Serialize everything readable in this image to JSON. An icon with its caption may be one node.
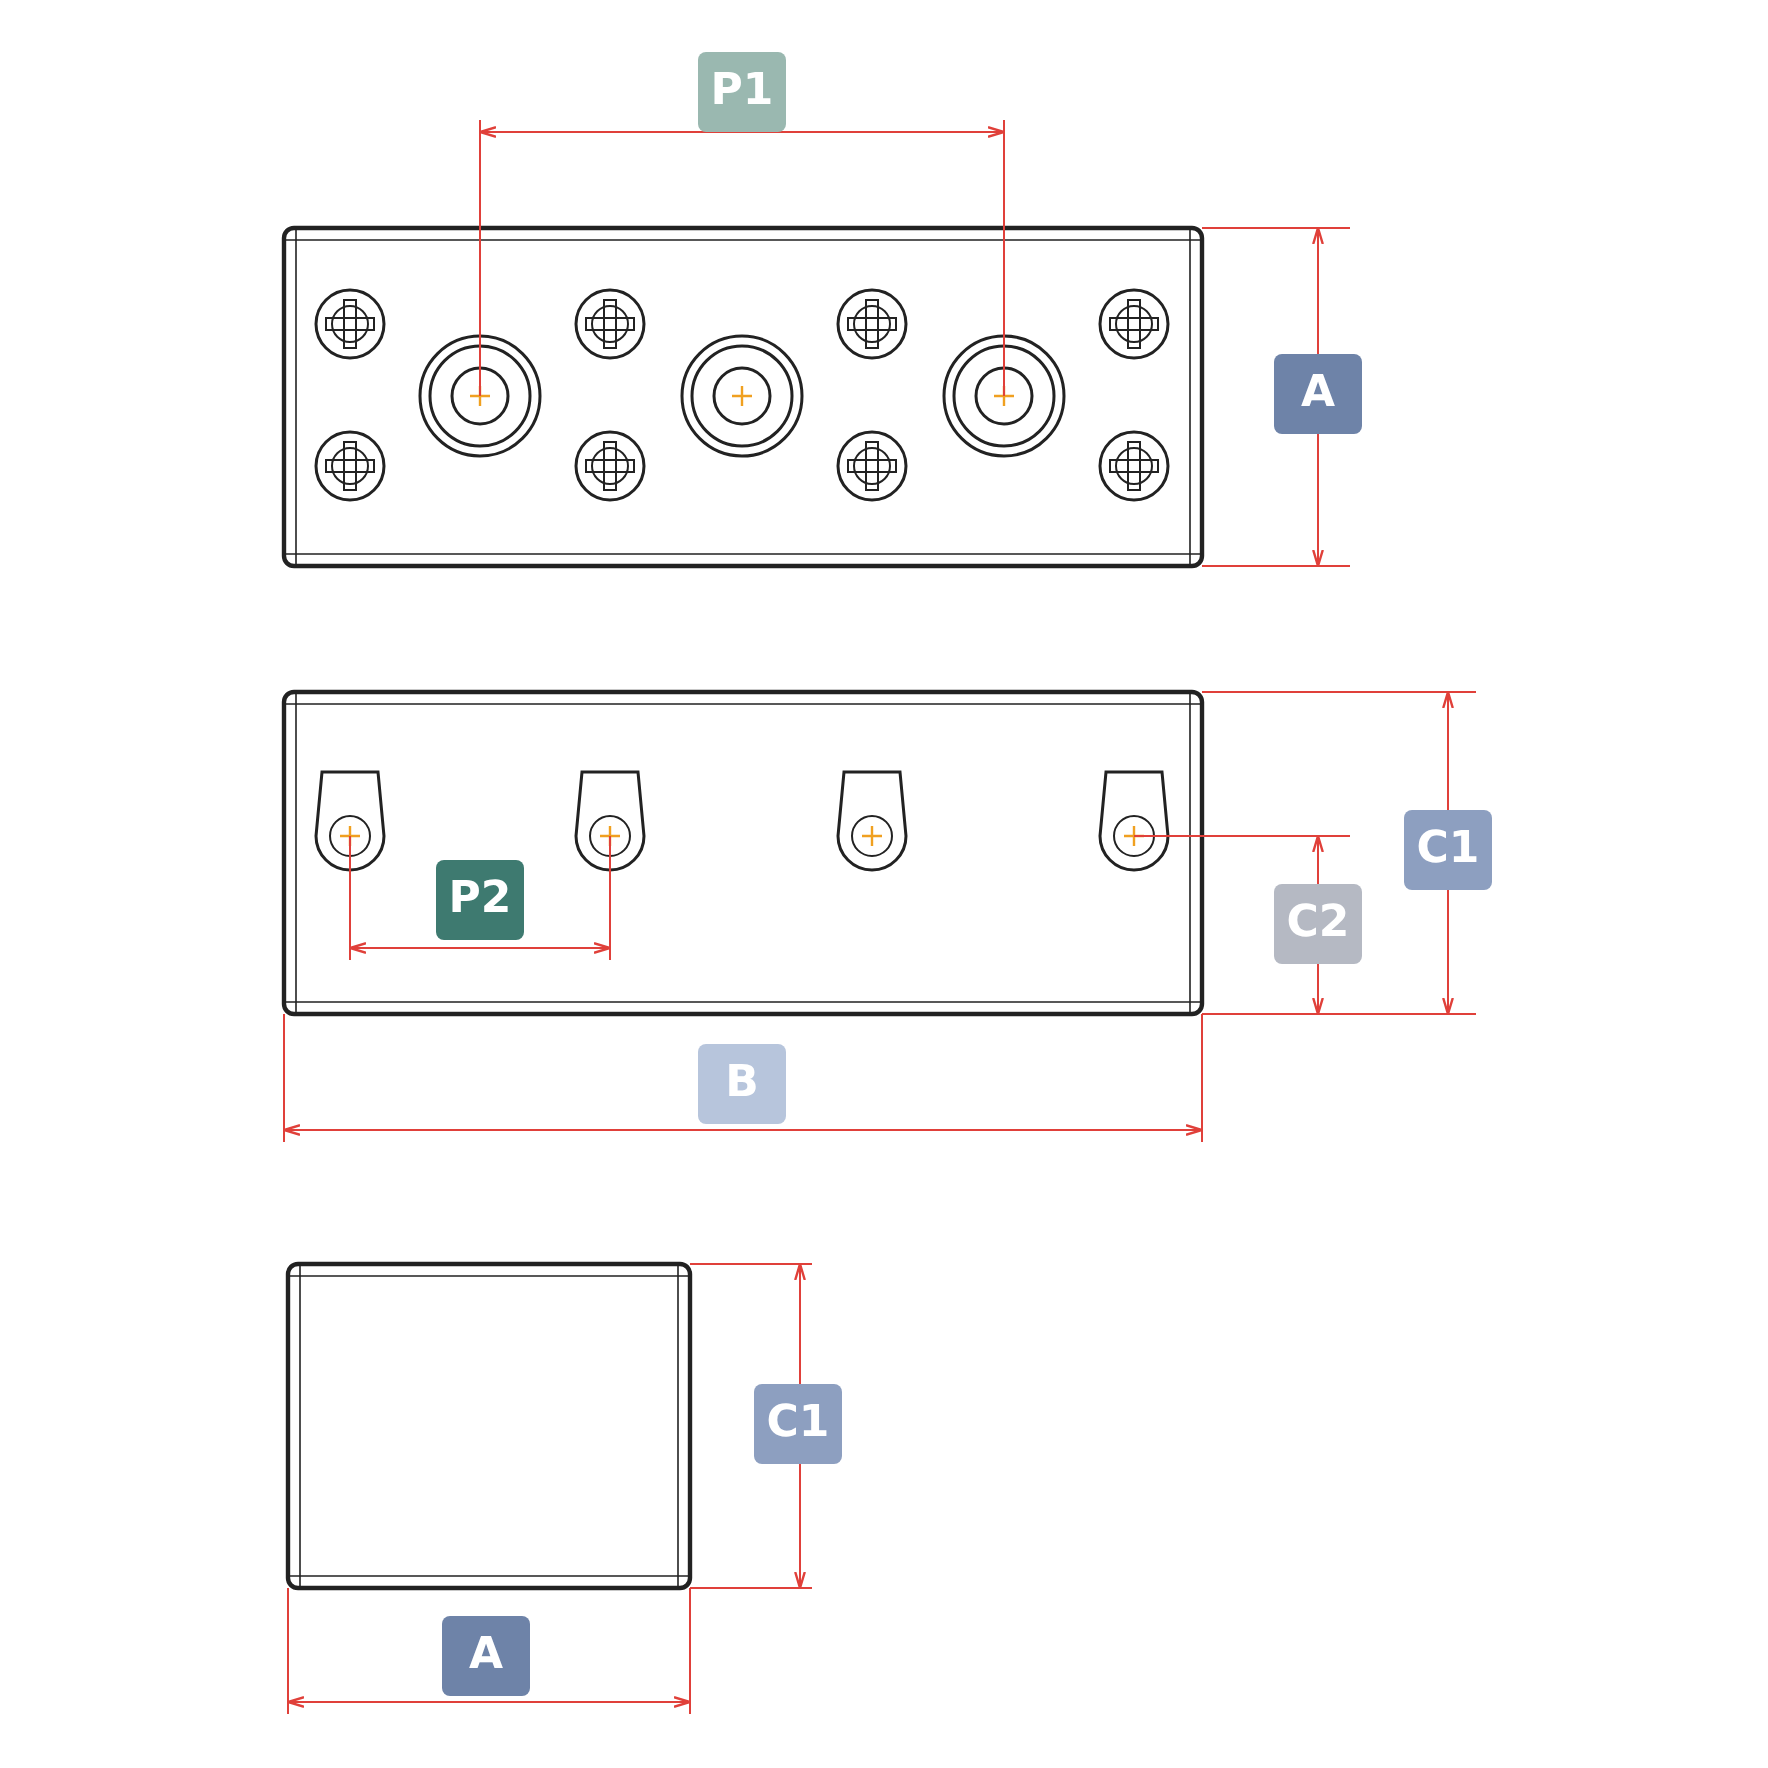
{
  "diagram": {
    "labels": [
      "P1",
      "A",
      "C1",
      "P2",
      "C2",
      "B",
      "C1",
      "A"
    ]
  }
}
